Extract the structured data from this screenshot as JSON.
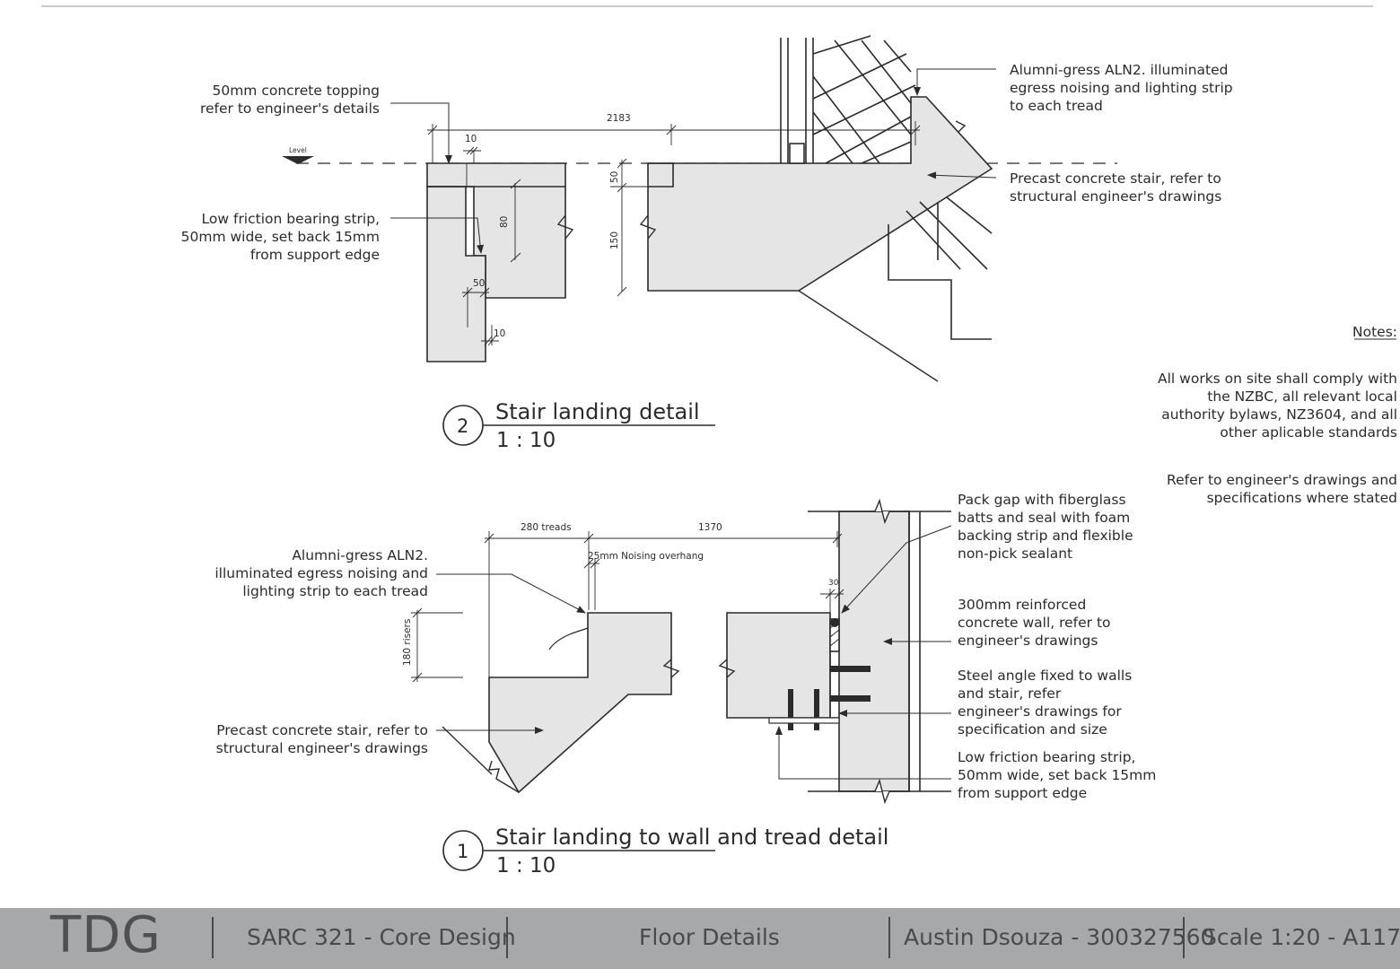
{
  "notes": {
    "heading": "Notes:",
    "para1": "All works on site shall comply with the NZBC, all relevant local authority bylaws, NZ3604, and all other aplicable standards",
    "para2": "Refer to engineer's drawings and specifications where stated"
  },
  "detail2": {
    "number": "2",
    "title": "Stair landing detail",
    "scale": "1 : 10",
    "labels": {
      "topping": "50mm concrete topping refer to engineer's details",
      "bearing": "Low friction bearing strip, 50mm wide, set back 15mm from support edge",
      "nosing": "Alumni-gress ALN2. illuminated egress noising and lighting strip to each tread",
      "precast": "Precast concrete stair, refer to structural engineer's drawings"
    },
    "dimensions": {
      "d2183": "2183",
      "d10a": "10",
      "d50": "50",
      "d80": "80",
      "d150": "150",
      "d50b": "50",
      "d10b": "10",
      "level": "Level"
    }
  },
  "detail1": {
    "number": "1",
    "title": "Stair landing to wall and tread detail",
    "scale": "1 : 10",
    "labels": {
      "nosing": "Alumni-gress ALN2. illuminated egress noising and lighting strip to each tread",
      "precast": "Precast concrete stair, refer to structural engineer's drawings",
      "pack": "Pack gap with fiberglass batts and seal with foam backing strip and flexible non-pick sealant",
      "wall": "300mm reinforced concrete wall, refer to engineer's drawings",
      "angle": "Steel angle fixed to walls and stair, refer engineer's drawings for specification and size",
      "bearing": "Low friction bearing strip, 50mm wide, set back 15mm from support edge"
    },
    "dimensions": {
      "treads": "280 treads",
      "d1370": "1370",
      "overhang": "25mm Noising overhang",
      "risers": "180 risers",
      "d30": "30"
    }
  },
  "titleblock": {
    "logo": "TDG",
    "course": "SARC 321 - Core Design",
    "sheet": "Floor Details",
    "author": "Austin Dsouza - 300327560",
    "scale": "Scale 1:20  -  A117"
  }
}
